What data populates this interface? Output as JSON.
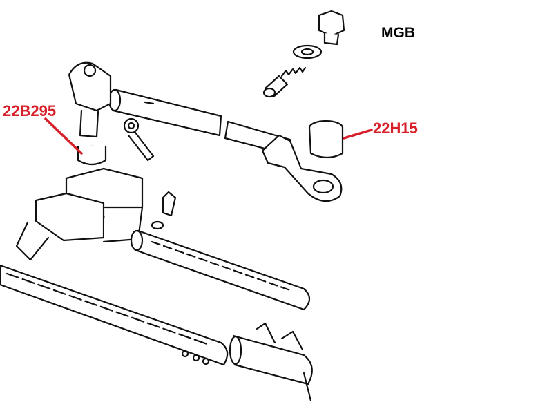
{
  "title": "MGB",
  "colors": {
    "callout": "#d7202a",
    "ink": "#111111",
    "paper": "#ffffff"
  },
  "callouts": [
    {
      "part_number": "22B295",
      "points_to": "ball-joint-bushing"
    },
    {
      "part_number": "22H15",
      "points_to": "cylindrical-bushing"
    }
  ]
}
